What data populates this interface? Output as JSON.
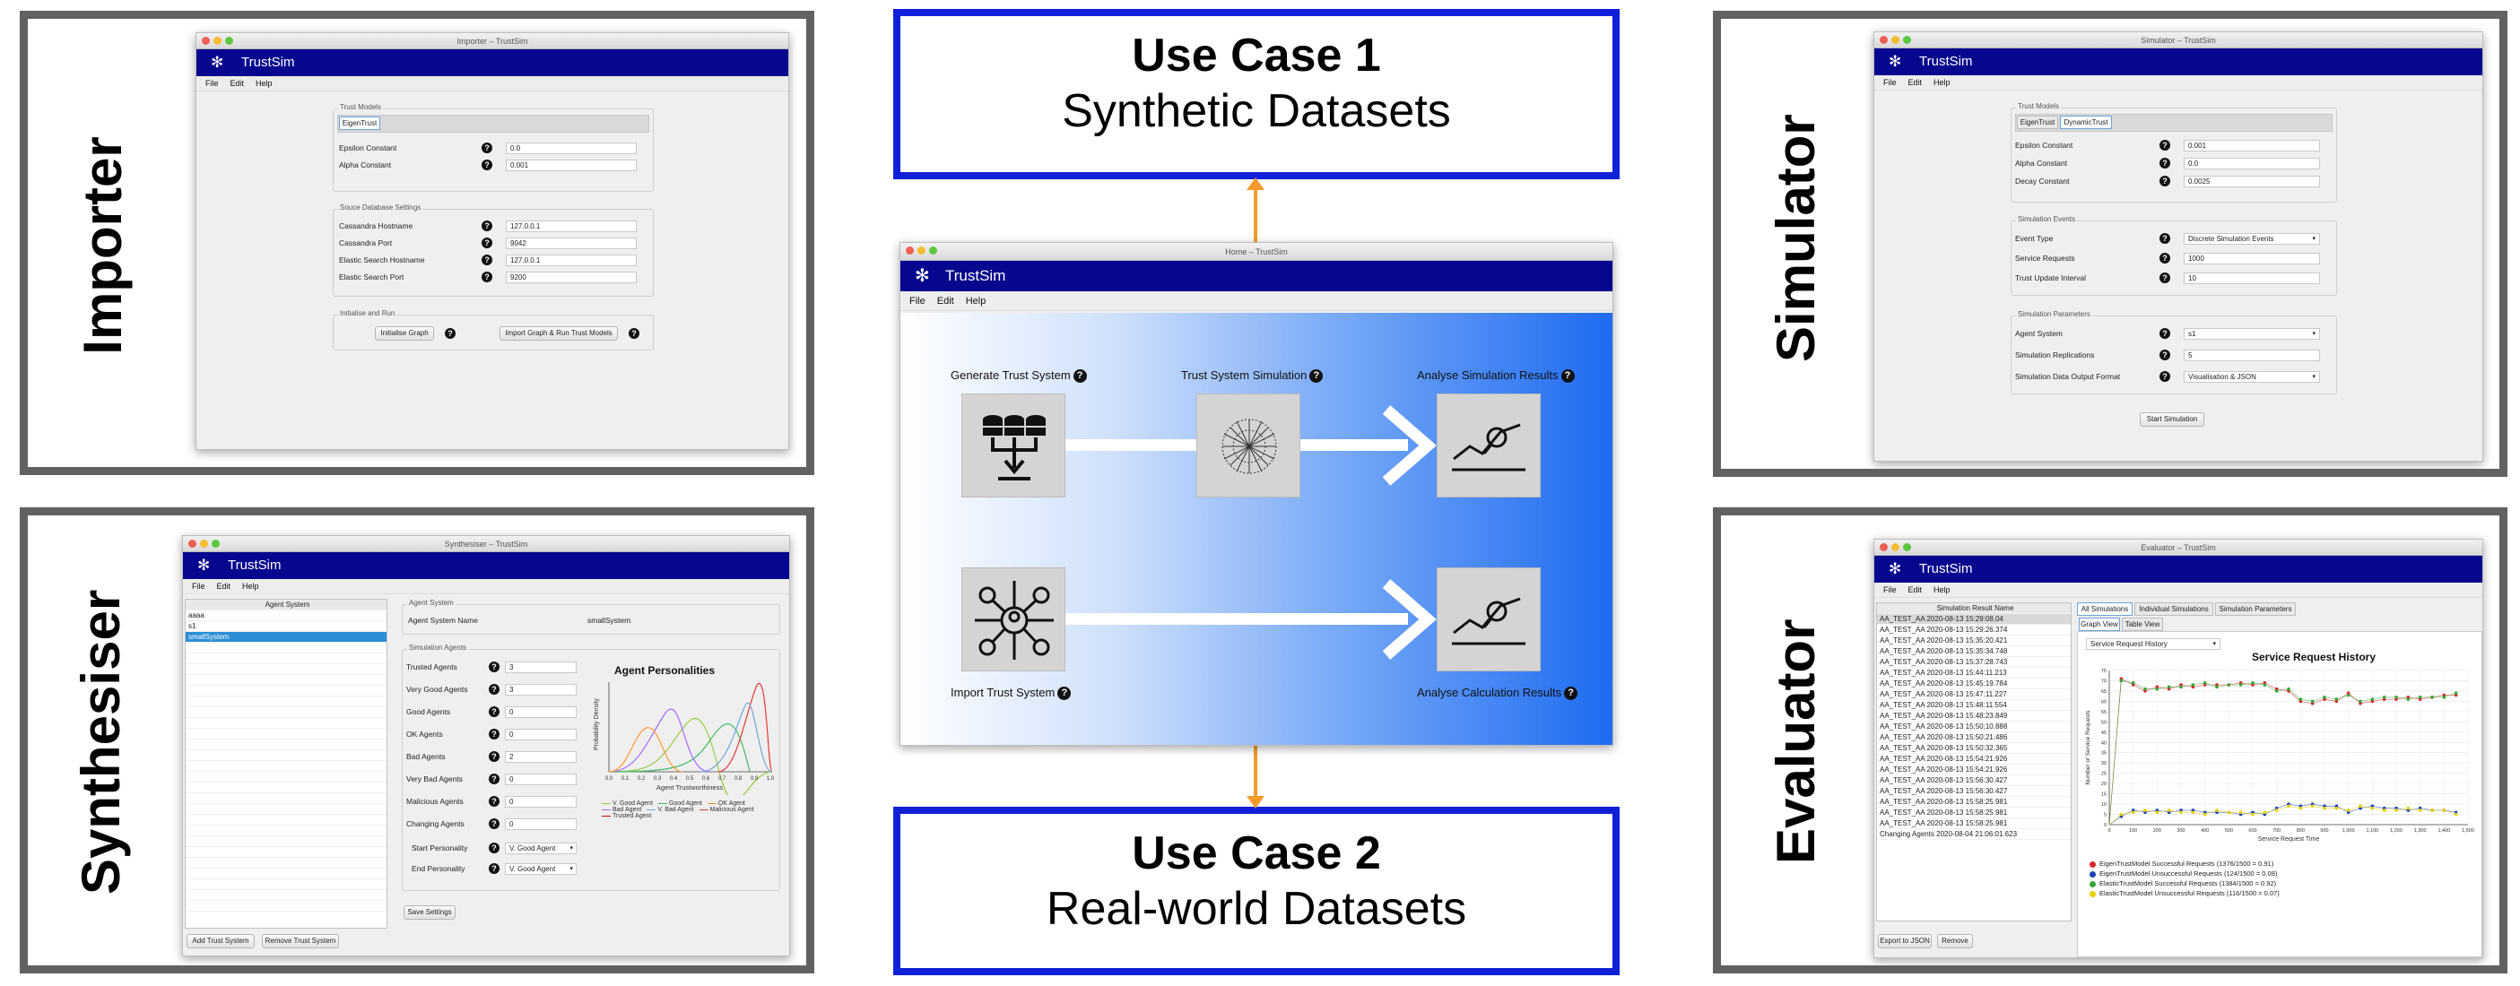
{
  "panels": {
    "importer": {
      "label": "Importer"
    },
    "synthesiser": {
      "label": "Synthesiser"
    },
    "simulator": {
      "label": "Simulator"
    },
    "evaluator": {
      "label": "Evaluator"
    }
  },
  "app_name": "TrustSim",
  "menu": {
    "file": "File",
    "edit": "Edit",
    "help": "Help"
  },
  "use_cases": {
    "uc1": {
      "title": "Use Case 1",
      "subtitle": "Synthetic Datasets"
    },
    "uc2": {
      "title": "Use Case 2",
      "subtitle": "Real-world Datasets"
    }
  },
  "importer_window": {
    "title": "Importer – TrustSim",
    "trust_models_group": "Trust Models",
    "tab_eigentrust": "EigenTrust",
    "epsilon_label": "Epsilon Constant",
    "epsilon_value": "0.0",
    "alpha_label": "Alpha Constant",
    "alpha_value": "0.001",
    "source_group": "Souce Database Settings",
    "cassandra_host_label": "Cassandra Hostname",
    "cassandra_host_value": "127.0.0.1",
    "cassandra_port_label": "Cassandra Port",
    "cassandra_port_value": "9042",
    "elastic_host_label": "Elastic Search Hostname",
    "elastic_host_value": "127.0.0.1",
    "elastic_port_label": "Elastic Search Port",
    "elastic_port_value": "9200",
    "init_group": "Initialise and Run",
    "initialise_button": "Initialise Graph",
    "import_button": "Import Graph & Run Trust Models"
  },
  "home_window": {
    "title": "Home – TrustSim",
    "generate_label": "Generate Trust System",
    "simulation_label": "Trust System Simulation",
    "analyse_sim_label": "Analyse Simulation Results",
    "import_label": "Import Trust System",
    "analyse_calc_label": "Analyse Calculation Results"
  },
  "synth_window": {
    "title": "Synthesiser – TrustSim",
    "list_header": "Agent System",
    "agent_systems": [
      "aaaa",
      "s1",
      "smallSystem"
    ],
    "selected_index": 2,
    "add_button": "Add Trust System",
    "remove_button": "Remove Trust System",
    "agent_system_group": "Agent System",
    "agent_system_name_label": "Agent System Name",
    "agent_system_name_value": "smallSystem",
    "sim_agents_group": "Simulation Agents",
    "agents": [
      {
        "label": "Trusted Agents",
        "value": "3"
      },
      {
        "label": "Very Good Agents",
        "value": "3"
      },
      {
        "label": "Good Agents",
        "value": "0"
      },
      {
        "label": "OK Agents",
        "value": "0"
      },
      {
        "label": "Bad Agents",
        "value": "2"
      },
      {
        "label": "Very Bad Agents",
        "value": "0"
      },
      {
        "label": "Malicious Agents",
        "value": "0"
      },
      {
        "label": "Changing Agents",
        "value": "0"
      }
    ],
    "start_personality_label": "Start Personality",
    "start_personality_value": "V. Good Agent",
    "end_personality_label": "End Personality",
    "end_personality_value": "V. Good Agent",
    "save_button": "Save Settings",
    "chart_title": "Agent Personalities",
    "chart_ylabel": "Probability Density",
    "chart_xlabel": "Agent Trustworthiness",
    "chart_xticks": [
      "0.0",
      "0.1",
      "0.2",
      "0.3",
      "0.4",
      "0.5",
      "0.6",
      "0.7",
      "0.8",
      "0.9",
      "1.0"
    ],
    "legend": [
      "V. Good Agent",
      "Good Agent",
      "OK Agent",
      "Bad Agent",
      "V. Bad Agent",
      "Malicious Agent",
      "Trusted Agent"
    ]
  },
  "sim_window": {
    "title": "Simulator – TrustSim",
    "trust_models_group": "Trust Models",
    "tab_eigentrust": "EigenTrust",
    "tab_dynamictrust": "DynamicTrust",
    "epsilon_label": "Epsilon Constant",
    "epsilon_value": "0.001",
    "alpha_label": "Alpha Constant",
    "alpha_value": "0.0",
    "decay_label": "Decay Constant",
    "decay_value": "0.0025",
    "events_group": "Simulation Events",
    "event_type_label": "Event Type",
    "event_type_value": "Discrete Simulation Events",
    "service_label": "Service Requests",
    "service_value": "1000",
    "update_label": "Trust Update Interval",
    "update_value": "10",
    "params_group": "Simulation Parameters",
    "agent_system_label": "Agent System",
    "agent_system_value": "s1",
    "replications_label": "Simulation Replications",
    "replications_value": "5",
    "format_label": "Simulation Data Output Format",
    "format_value": "Visualisation & JSON",
    "start_button": "Start Simulation"
  },
  "eval_window": {
    "title": "Evaluator – TrustSim",
    "list_header": "Simulation Result Name",
    "results": [
      "AA_TEST_AA 2020-08-13 15:29:08.04",
      "AA_TEST_AA 2020-08-13 15:29:26.374",
      "AA_TEST_AA 2020-08-13 15:35:20.421",
      "AA_TEST_AA 2020-08-13 15:35:34.748",
      "AA_TEST_AA 2020-08-13 15:37:28.743",
      "AA_TEST_AA 2020-08-13 15:44:11.213",
      "AA_TEST_AA 2020-08-13 15:45:19.784",
      "AA_TEST_AA 2020-08-13 15:47:11.227",
      "AA_TEST_AA 2020-08-13 15:48:11.554",
      "AA_TEST_AA 2020-08-13 15:48:23.849",
      "AA_TEST_AA 2020-08-13 15:50:10.888",
      "AA_TEST_AA 2020-08-13 15:50:21.486",
      "AA_TEST_AA 2020-08-13 15:50:32.365",
      "AA_TEST_AA 2020-08-13 15:54:21.926",
      "AA_TEST_AA 2020-08-13 15:54:21.926",
      "AA_TEST_AA 2020-08-13 15:56:30.427",
      "AA_TEST_AA 2020-08-13 15:56:30.427",
      "AA_TEST_AA 2020-08-13 15:58:25.981",
      "AA_TEST_AA 2020-08-13 15:58:25.981",
      "AA_TEST_AA 2020-08-13 15:58:25.981",
      "Changing Agents 2020-08-04 21:06:01.623"
    ],
    "tabs": [
      "All Simulations",
      "Individual Simulations",
      "Simulation Parameters"
    ],
    "subtabs": [
      "Graph View",
      "Table View"
    ],
    "dropdown_value": "Service Request History",
    "chart_title": "Service Request History",
    "chart_ylabel": "Number of Service Requests",
    "chart_xlabel": "Service Request Time",
    "chart_xticks": [
      "0",
      "100",
      "200",
      "300",
      "400",
      "500",
      "600",
      "700",
      "800",
      "900",
      "1,000",
      "1,100",
      "1,200",
      "1,300",
      "1,400",
      "1,500"
    ],
    "chart_yticks": [
      "0",
      "5",
      "10",
      "15",
      "20",
      "25",
      "30",
      "35",
      "40",
      "45",
      "50",
      "55",
      "60",
      "65",
      "70",
      "75"
    ],
    "legend": [
      "EigenTrustModel Successful Requests (1376/1500 = 0.91)",
      "EigenTrustModel Unsuccessful Requests (124/1500 = 0.08)",
      "ElasticTrustModel Successful Requests (1384/1500 = 0.92)",
      "ElasticTrustModel Unsuccessful Requests (116/1500 = 0.07)"
    ],
    "export_button": "Export to JSON",
    "remove_button": "Remove"
  },
  "chart_data": {
    "type": "scatter",
    "title": "Service Request History",
    "xlabel": "Service Request Time",
    "ylabel": "Number of Service Requests",
    "xlim": [
      0,
      1500
    ],
    "ylim": [
      0,
      75
    ],
    "x": [
      50,
      100,
      150,
      200,
      250,
      300,
      350,
      400,
      450,
      500,
      550,
      600,
      650,
      700,
      750,
      800,
      850,
      900,
      950,
      1000,
      1050,
      1100,
      1150,
      1200,
      1250,
      1300,
      1350,
      1400,
      1450
    ],
    "series": [
      {
        "name": "EigenTrustModel Successful Requests (1376/1500 = 0.91)",
        "color": "#d62728",
        "values": [
          71,
          68,
          65,
          67,
          66,
          68,
          67,
          68,
          68,
          68,
          69,
          68,
          69,
          66,
          65,
          60,
          59,
          61,
          60,
          64,
          59,
          60,
          61,
          61,
          62,
          61,
          62,
          63,
          63
        ]
      },
      {
        "name": "EigenTrustModel Unsuccessful Requests (124/1500 = 0.08)",
        "color": "#1f3fb4",
        "values": [
          4,
          7,
          6,
          7,
          6,
          7,
          7,
          6,
          6,
          6,
          5,
          6,
          5,
          8,
          10,
          9,
          10,
          9,
          9,
          6,
          8,
          9,
          8,
          8,
          7,
          8,
          7,
          7,
          6
        ]
      },
      {
        "name": "ElasticTrustModel Successful Requests (1384/1500 = 0.92)",
        "color": "#3aa53a",
        "values": [
          70,
          69,
          66,
          66,
          67,
          67,
          68,
          69,
          67,
          68,
          68,
          69,
          68,
          65,
          66,
          61,
          60,
          62,
          61,
          63,
          60,
          61,
          62,
          62,
          61,
          62,
          62,
          62,
          64
        ]
      },
      {
        "name": "ElasticTrustModel Unsuccessful Requests (116/1500 = 0.07)",
        "color": "#e8d100",
        "values": [
          5,
          6,
          7,
          6,
          7,
          6,
          6,
          5,
          7,
          6,
          6,
          5,
          6,
          7,
          9,
          8,
          9,
          8,
          8,
          7,
          9,
          8,
          7,
          7,
          8,
          7,
          7,
          7,
          5
        ]
      }
    ],
    "grid": true,
    "legend_position": "bottom"
  }
}
